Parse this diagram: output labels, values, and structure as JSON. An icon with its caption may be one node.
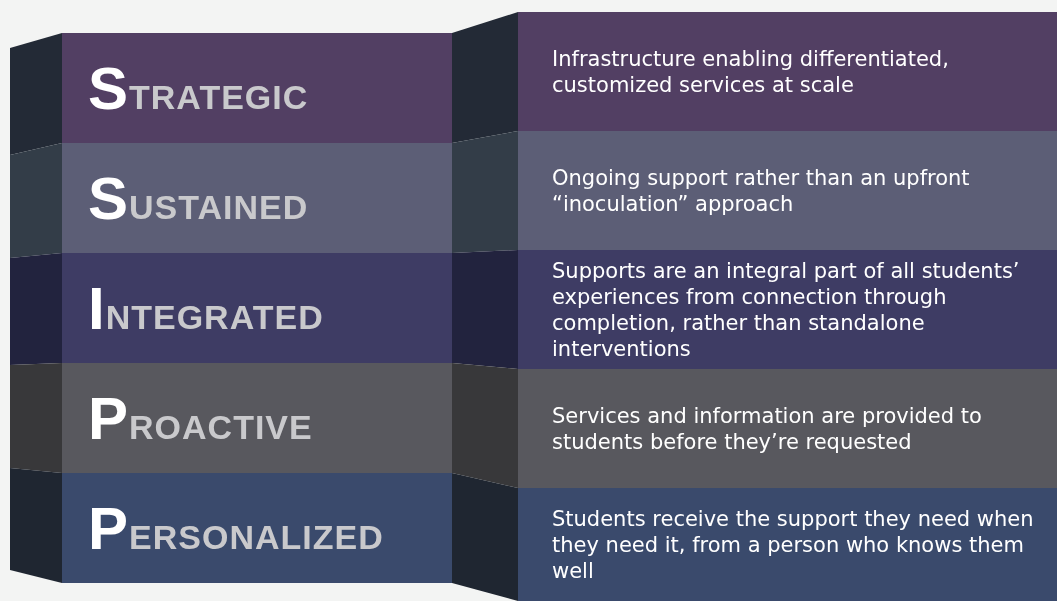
{
  "diagram": {
    "nodes": [
      {
        "text": [
          "STRATEGIC"
        ]
      },
      {
        "text": [
          "SUSTAINED"
        ]
      },
      {
        "text": [
          "INTEGRATED"
        ]
      },
      {
        "text": [
          "PROACTIVE"
        ]
      },
      {
        "text": [
          "PERSONALIZED"
        ]
      },
      {
        "text": [
          "Infrastructure enabling differentiated, customized services at scale"
        ]
      },
      {
        "text": [
          "Ongoing support rather than an upfront “inoculation” approach"
        ]
      },
      {
        "text": [
          "Supports are an integral part of all students’ experiences from connection through completion, rather than standalone interventions"
        ]
      },
      {
        "text": [
          "Services and information are provided to students before they’re requested"
        ]
      },
      {
        "text": [
          "Students receive the support they need when they need it, from a person who knows them well"
        ]
      }
    ]
  }
}
